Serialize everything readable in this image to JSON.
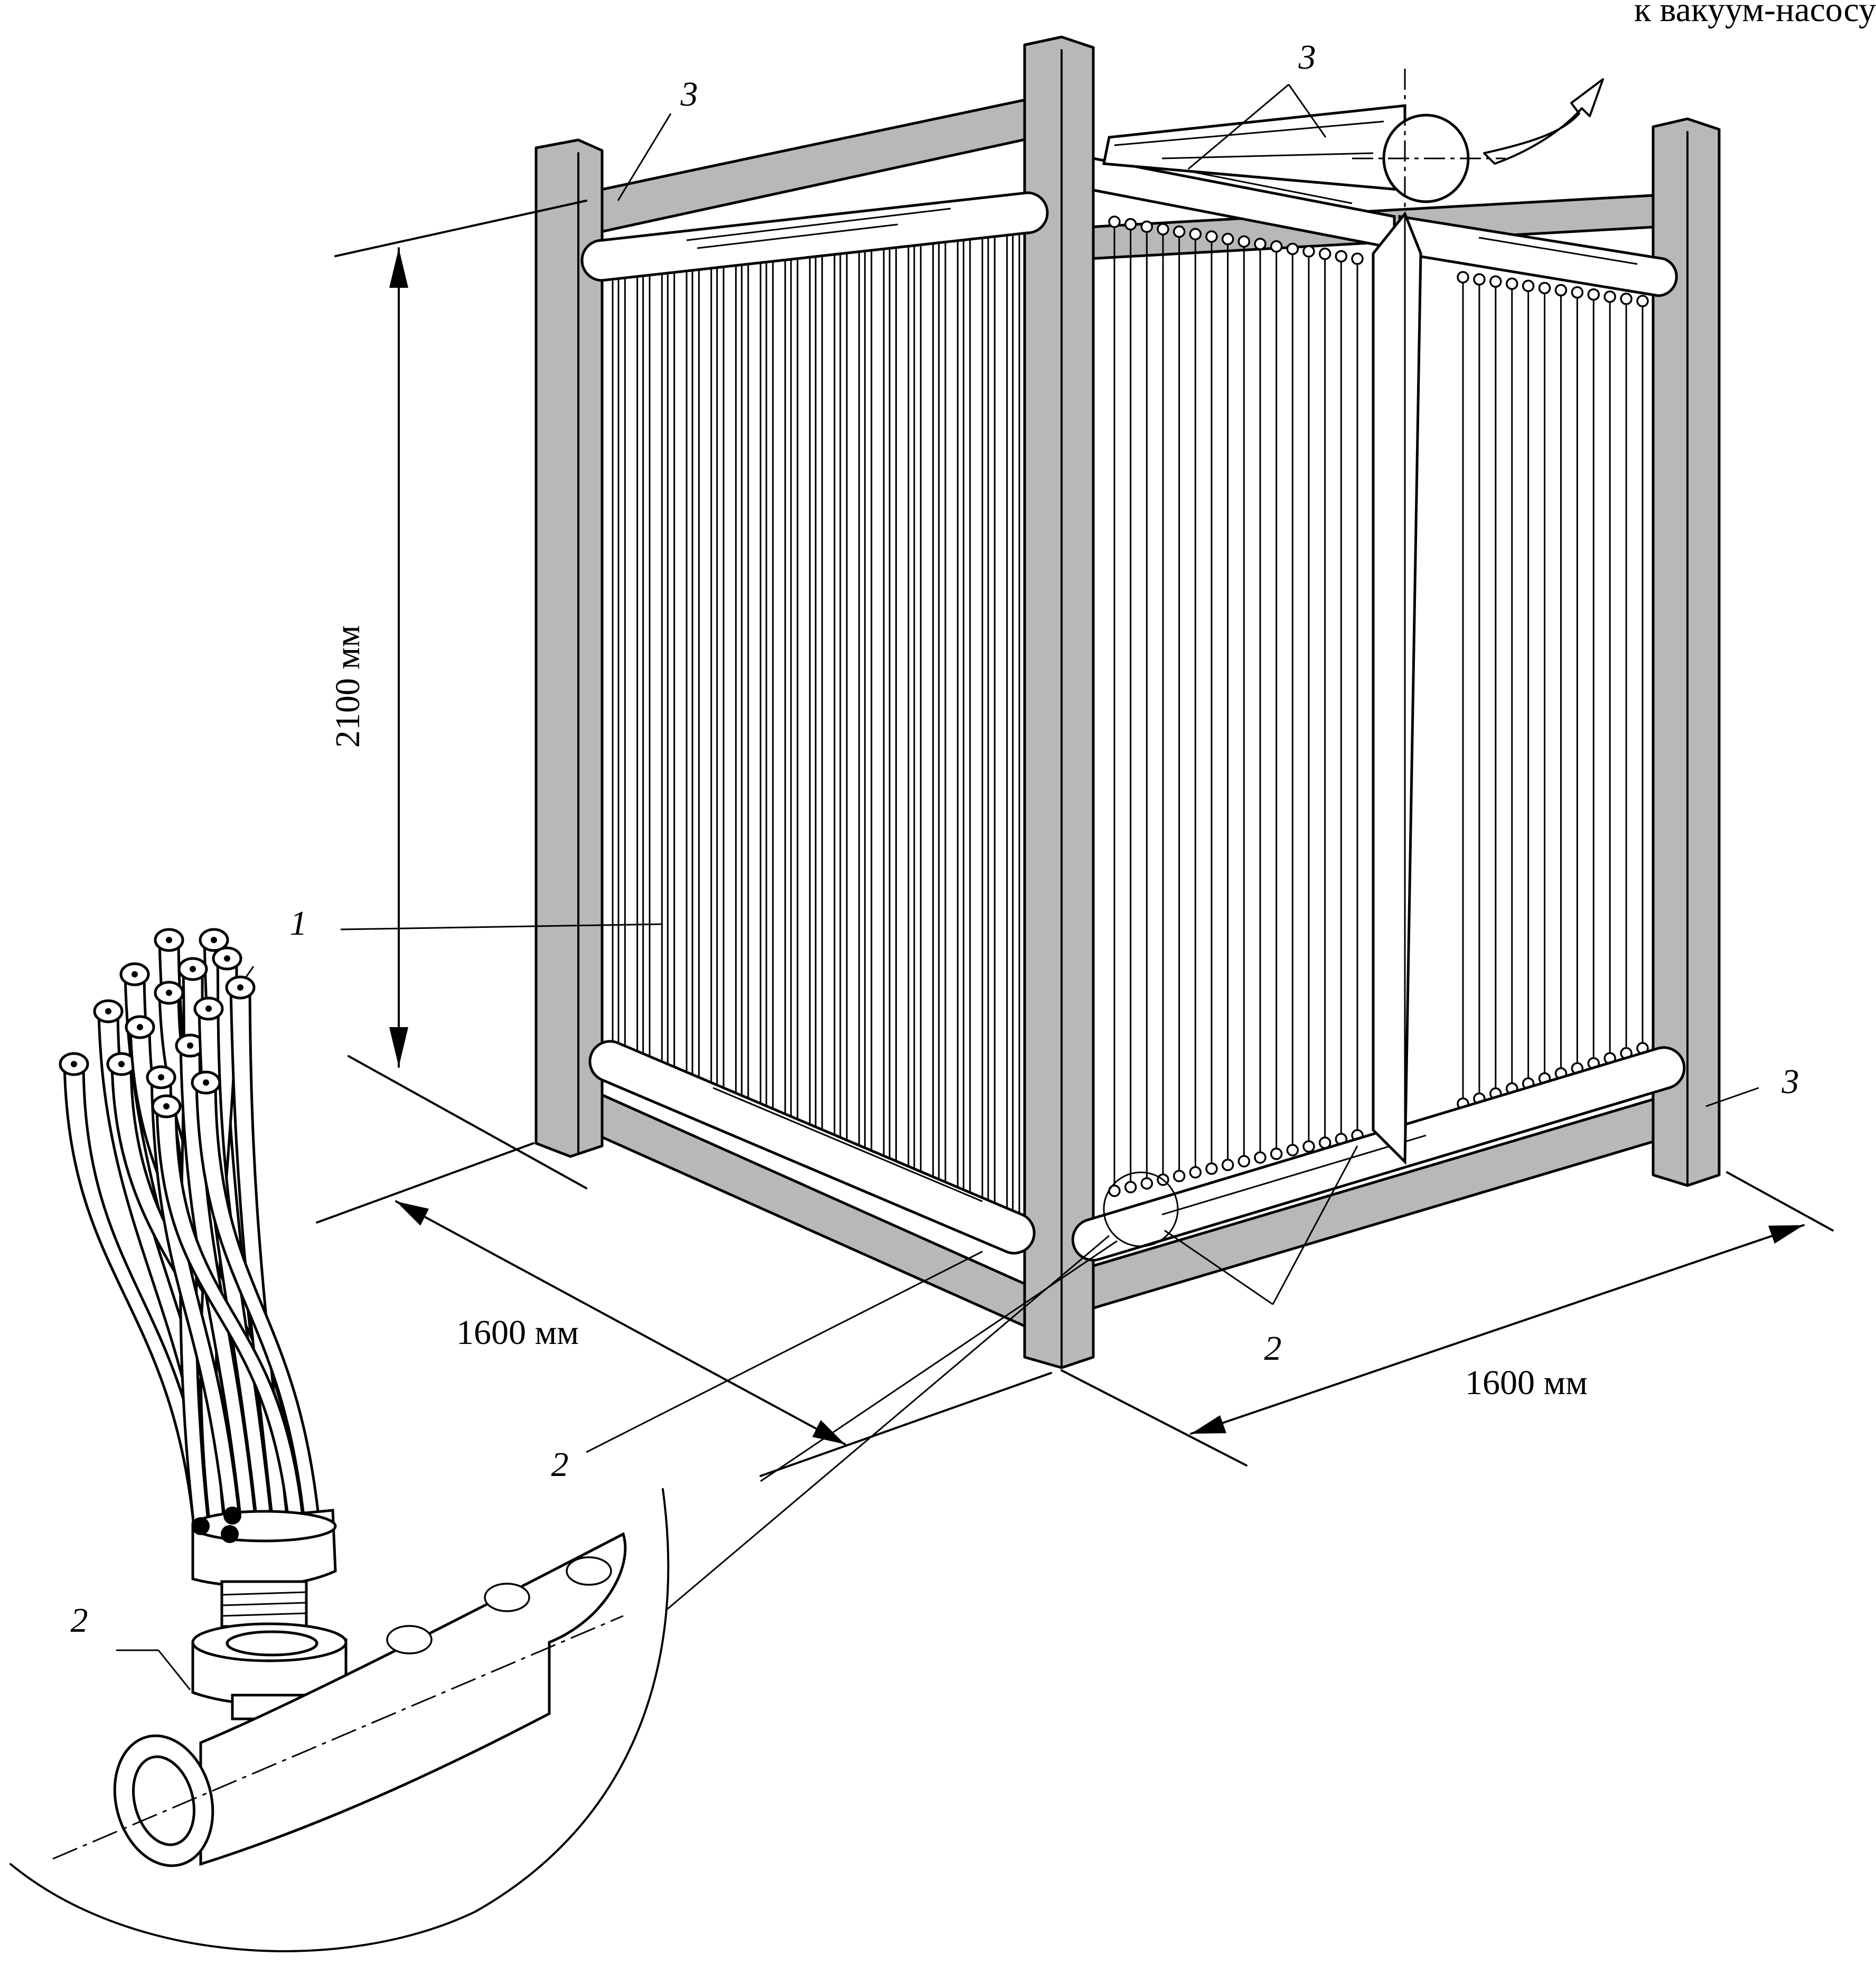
{
  "labels": {
    "vacuum_pump": "к вакуум-насосу",
    "height": "2100 мм",
    "width_left": "1600 мм",
    "width_right": "1600 мм"
  },
  "callouts": {
    "fiber": "1",
    "header_bottom_left": "2",
    "header_bottom_right": "2",
    "header_detail": "2",
    "frame_top_left": "3",
    "frame_top_right": "3",
    "frame_right": "3"
  },
  "colors": {
    "frame": "#b8b8b8",
    "line": "#000000",
    "background": "#ffffff"
  }
}
